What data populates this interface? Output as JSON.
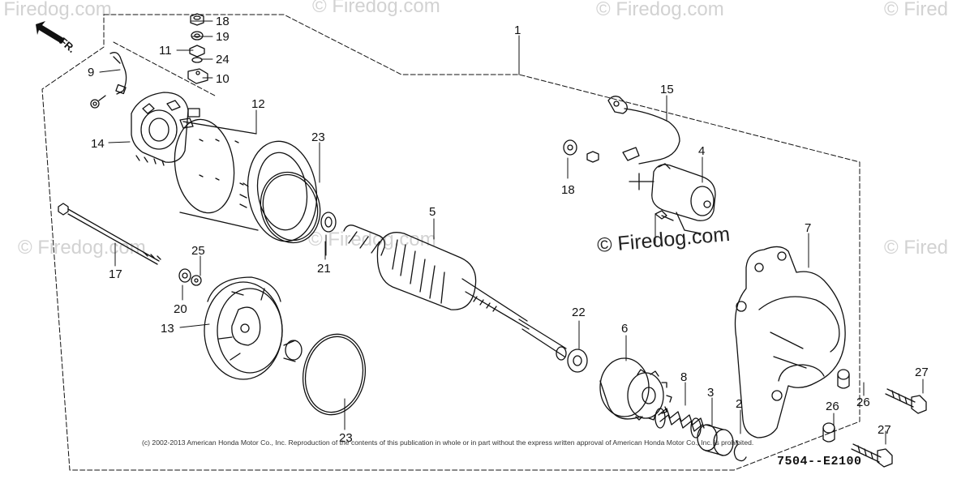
{
  "watermark": {
    "text": "© Firedog.com",
    "short_text": "© Fired",
    "main_text": "© Firedog.com"
  },
  "direction_label": "FR.",
  "diagram_code": "7504--E2100",
  "copyright": "(c) 2002-2013 American Honda Motor Co., Inc. Reproduction of the contents of this publication in whole or in part without the express written approval of American Honda Motor Co., Inc. is prohibited.",
  "callouts": {
    "c1": "1",
    "c2": "2",
    "c3": "3",
    "c4": "4",
    "c5": "5",
    "c6": "6",
    "c7": "7",
    "c8": "8",
    "c9": "9",
    "c10": "10",
    "c11": "11",
    "c12": "12",
    "c13": "13",
    "c14": "14",
    "c15": "15",
    "c17": "17",
    "c18a": "18",
    "c18b": "18",
    "c19": "19",
    "c20": "20",
    "c21": "21",
    "c22": "22",
    "c23a": "23",
    "c23b": "23",
    "c24": "24",
    "c25": "25",
    "c26a": "26",
    "c26b": "26",
    "c27a": "27",
    "c27b": "27"
  },
  "colors": {
    "ink": "#111111",
    "watermark": "#d2d2d2",
    "paper": "#ffffff"
  }
}
